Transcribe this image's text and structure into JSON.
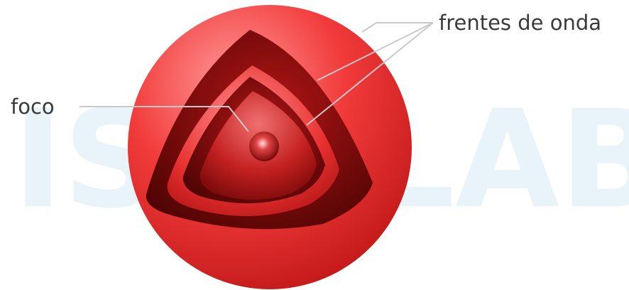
{
  "labels": {
    "focus": "foco",
    "wavefronts": "frentes de onda"
  },
  "watermark": {
    "left": "IS",
    "right": "LAB"
  },
  "colors": {
    "sphere_light": "#ff6a6a",
    "sphere_mid": "#ee2a2a",
    "sphere_dark": "#b31010",
    "cavity_dark": "#5e0505",
    "leader_line": "#c9c9c9",
    "watermark": "#e9f4fa"
  }
}
